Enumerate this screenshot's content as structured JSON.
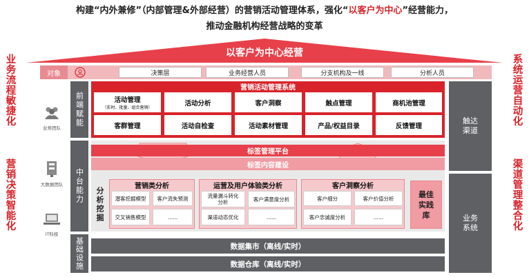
{
  "title": {
    "line1_a": "构建“内外兼修”（内部管理&外部经营）的营销活动管理体系，强化“",
    "line1_highlight": "以客户为中心",
    "line1_b": "”经营能力，",
    "line2": "推动金融机构经营战略的变革"
  },
  "left_side": {
    "top": "业务流程敏捷化",
    "bottom": "营销决策智能化"
  },
  "right_side": {
    "top": "系统运营自动化",
    "bottom": "渠道管理整合化"
  },
  "roof_title": "以客户为中心经营",
  "target_row": {
    "label": "对象",
    "items": [
      "决策层",
      "业务经营人员",
      "分支机构及一线",
      "分析人员"
    ]
  },
  "left_icons": [
    {
      "label": "业务团队",
      "icon": "team-icon"
    },
    {
      "label": "大数据团队",
      "icon": "database-icon"
    },
    {
      "label": "IT科技",
      "icon": "laptop-icon"
    }
  ],
  "layers": {
    "front": "前端赋能",
    "middle": "中台能力",
    "base": "基础设施"
  },
  "marketing_system": {
    "title": "营销活动管理系统",
    "row1": [
      {
        "main": "活动管理",
        "sub": "（实时、批量、组合营销）"
      },
      {
        "main": "活动分析"
      },
      {
        "main": "客户洞察"
      },
      {
        "main": "触点管理"
      },
      {
        "main": "商机池管理"
      }
    ],
    "row2": [
      "客群管理",
      "活动自检查",
      "活动素材管理",
      "产品/权益目录",
      "反馈管理"
    ]
  },
  "tag_platform": "标签管理平台",
  "tag_content": "标签内容建设",
  "analysis_label": "分析挖掘",
  "panels": [
    {
      "title": "营销类分析",
      "cells": [
        "潜客挖掘模型",
        "客户流失预测",
        "交叉销售模型",
        "......"
      ]
    },
    {
      "title": "运营及用户体验类分析",
      "cells": [
        "流量漏斗转化分析",
        "客户满意度分析",
        "渠道动态优化",
        "......"
      ]
    },
    {
      "title": "客户洞察分析",
      "cells": [
        "客户细分",
        "客户价值分析",
        "客户忠诚度分析",
        "......"
      ]
    }
  ],
  "best_practice": "最佳实践库",
  "right_column": {
    "touch": "触达渠道",
    "business": "业务系统"
  },
  "data_mart": "数据集市（离线/实时）",
  "data_warehouse": "数据仓库（离线/实时）"
}
